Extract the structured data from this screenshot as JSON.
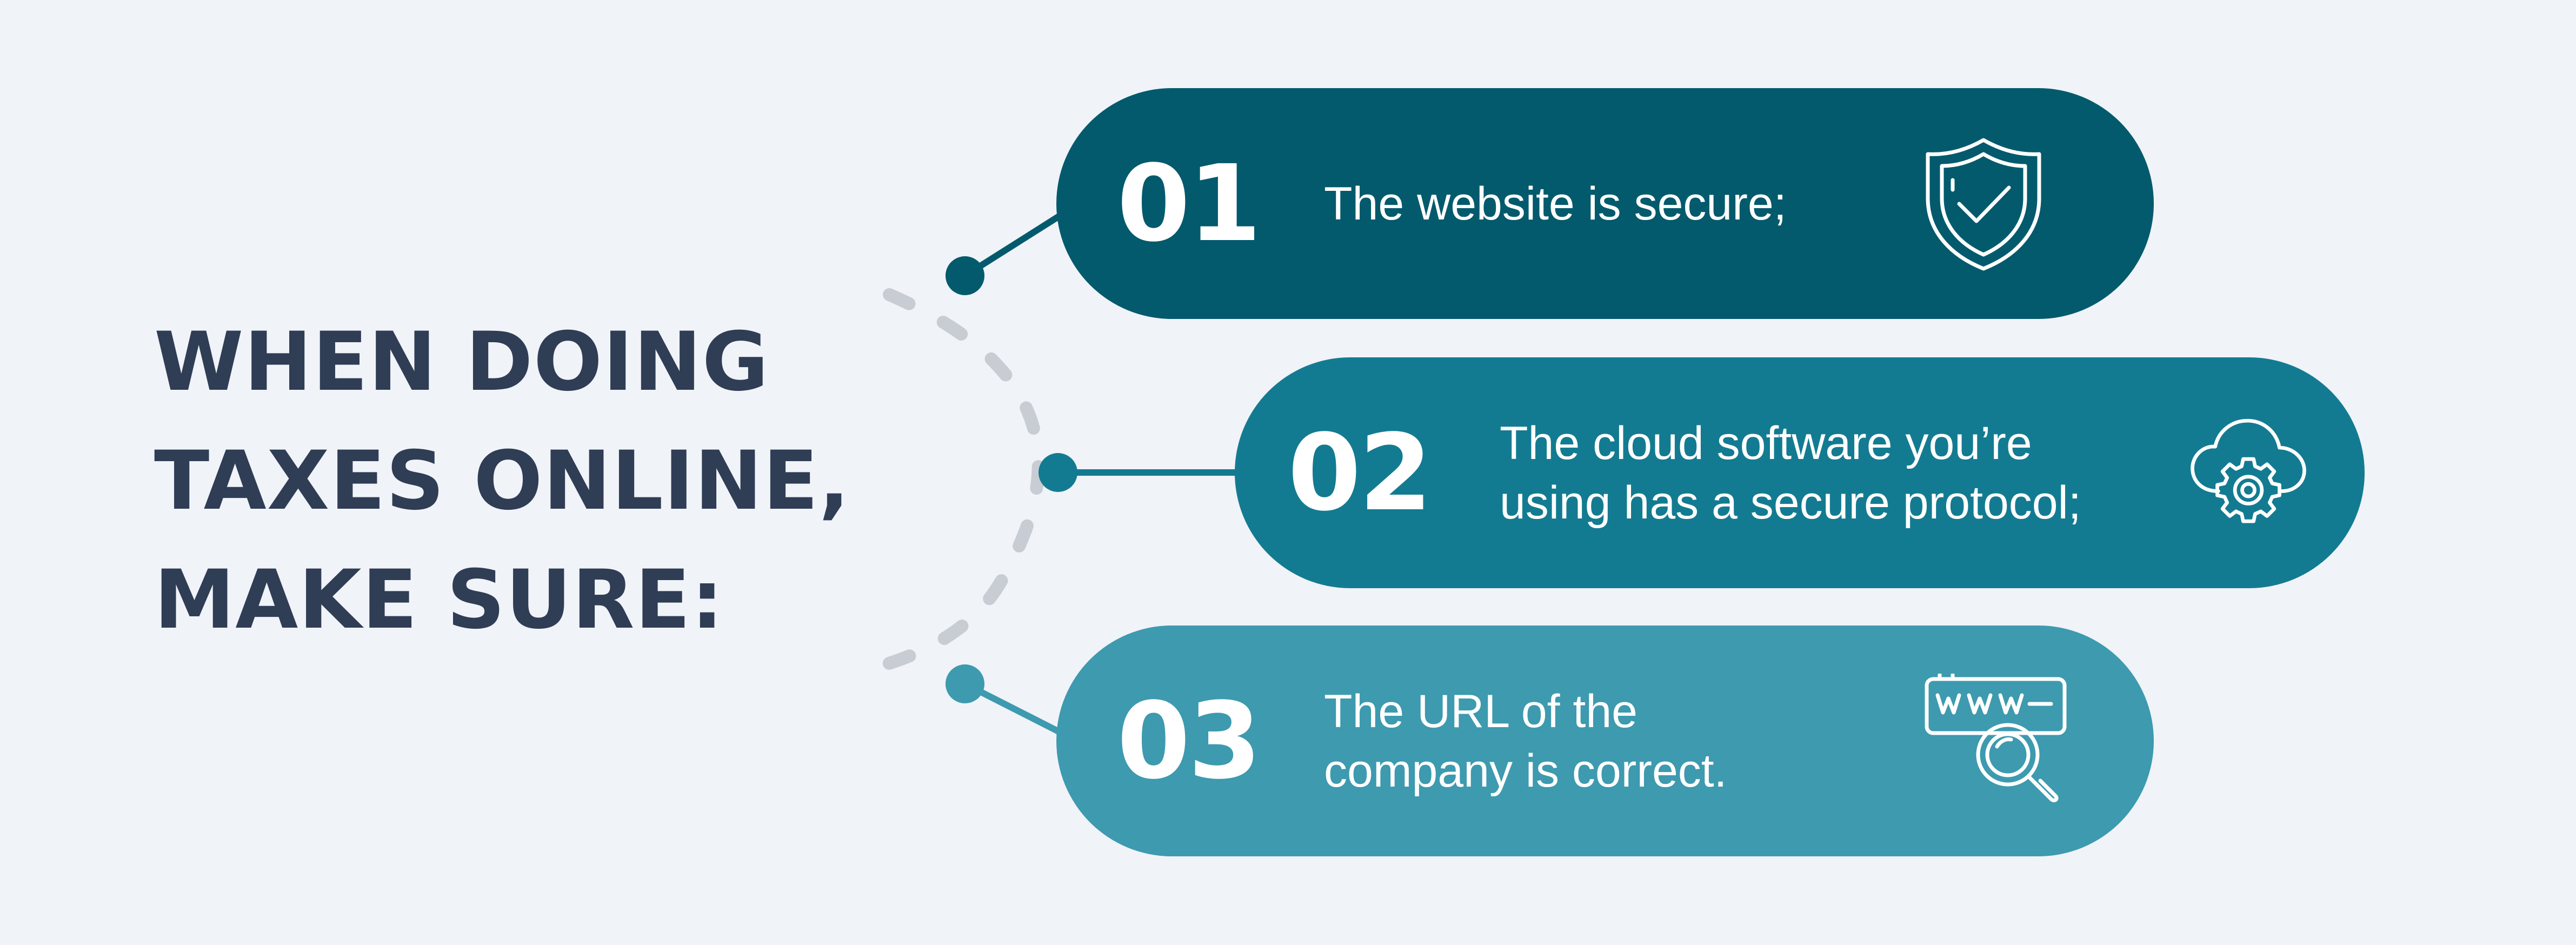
{
  "headline": {
    "line1": "WHEN DOING",
    "line2": "TAXES ONLINE,",
    "line3": "MAKE SURE:"
  },
  "steps": [
    {
      "number": "01",
      "lines": [
        "The website is secure;"
      ],
      "icon": "shield-check-icon",
      "color": "#035a6d"
    },
    {
      "number": "02",
      "lines": [
        "The cloud software you’re",
        "using has a secure protocol;"
      ],
      "icon": "cloud-gear-icon",
      "color": "#137b91"
    },
    {
      "number": "03",
      "lines": [
        "The URL of the",
        "company is correct."
      ],
      "icon": "www-search-icon",
      "color": "#3d9aaf"
    }
  ],
  "colors": {
    "background": "#f0f3f8",
    "headline": "#2f3d55",
    "dashed_arc": "#c8ccd3"
  }
}
